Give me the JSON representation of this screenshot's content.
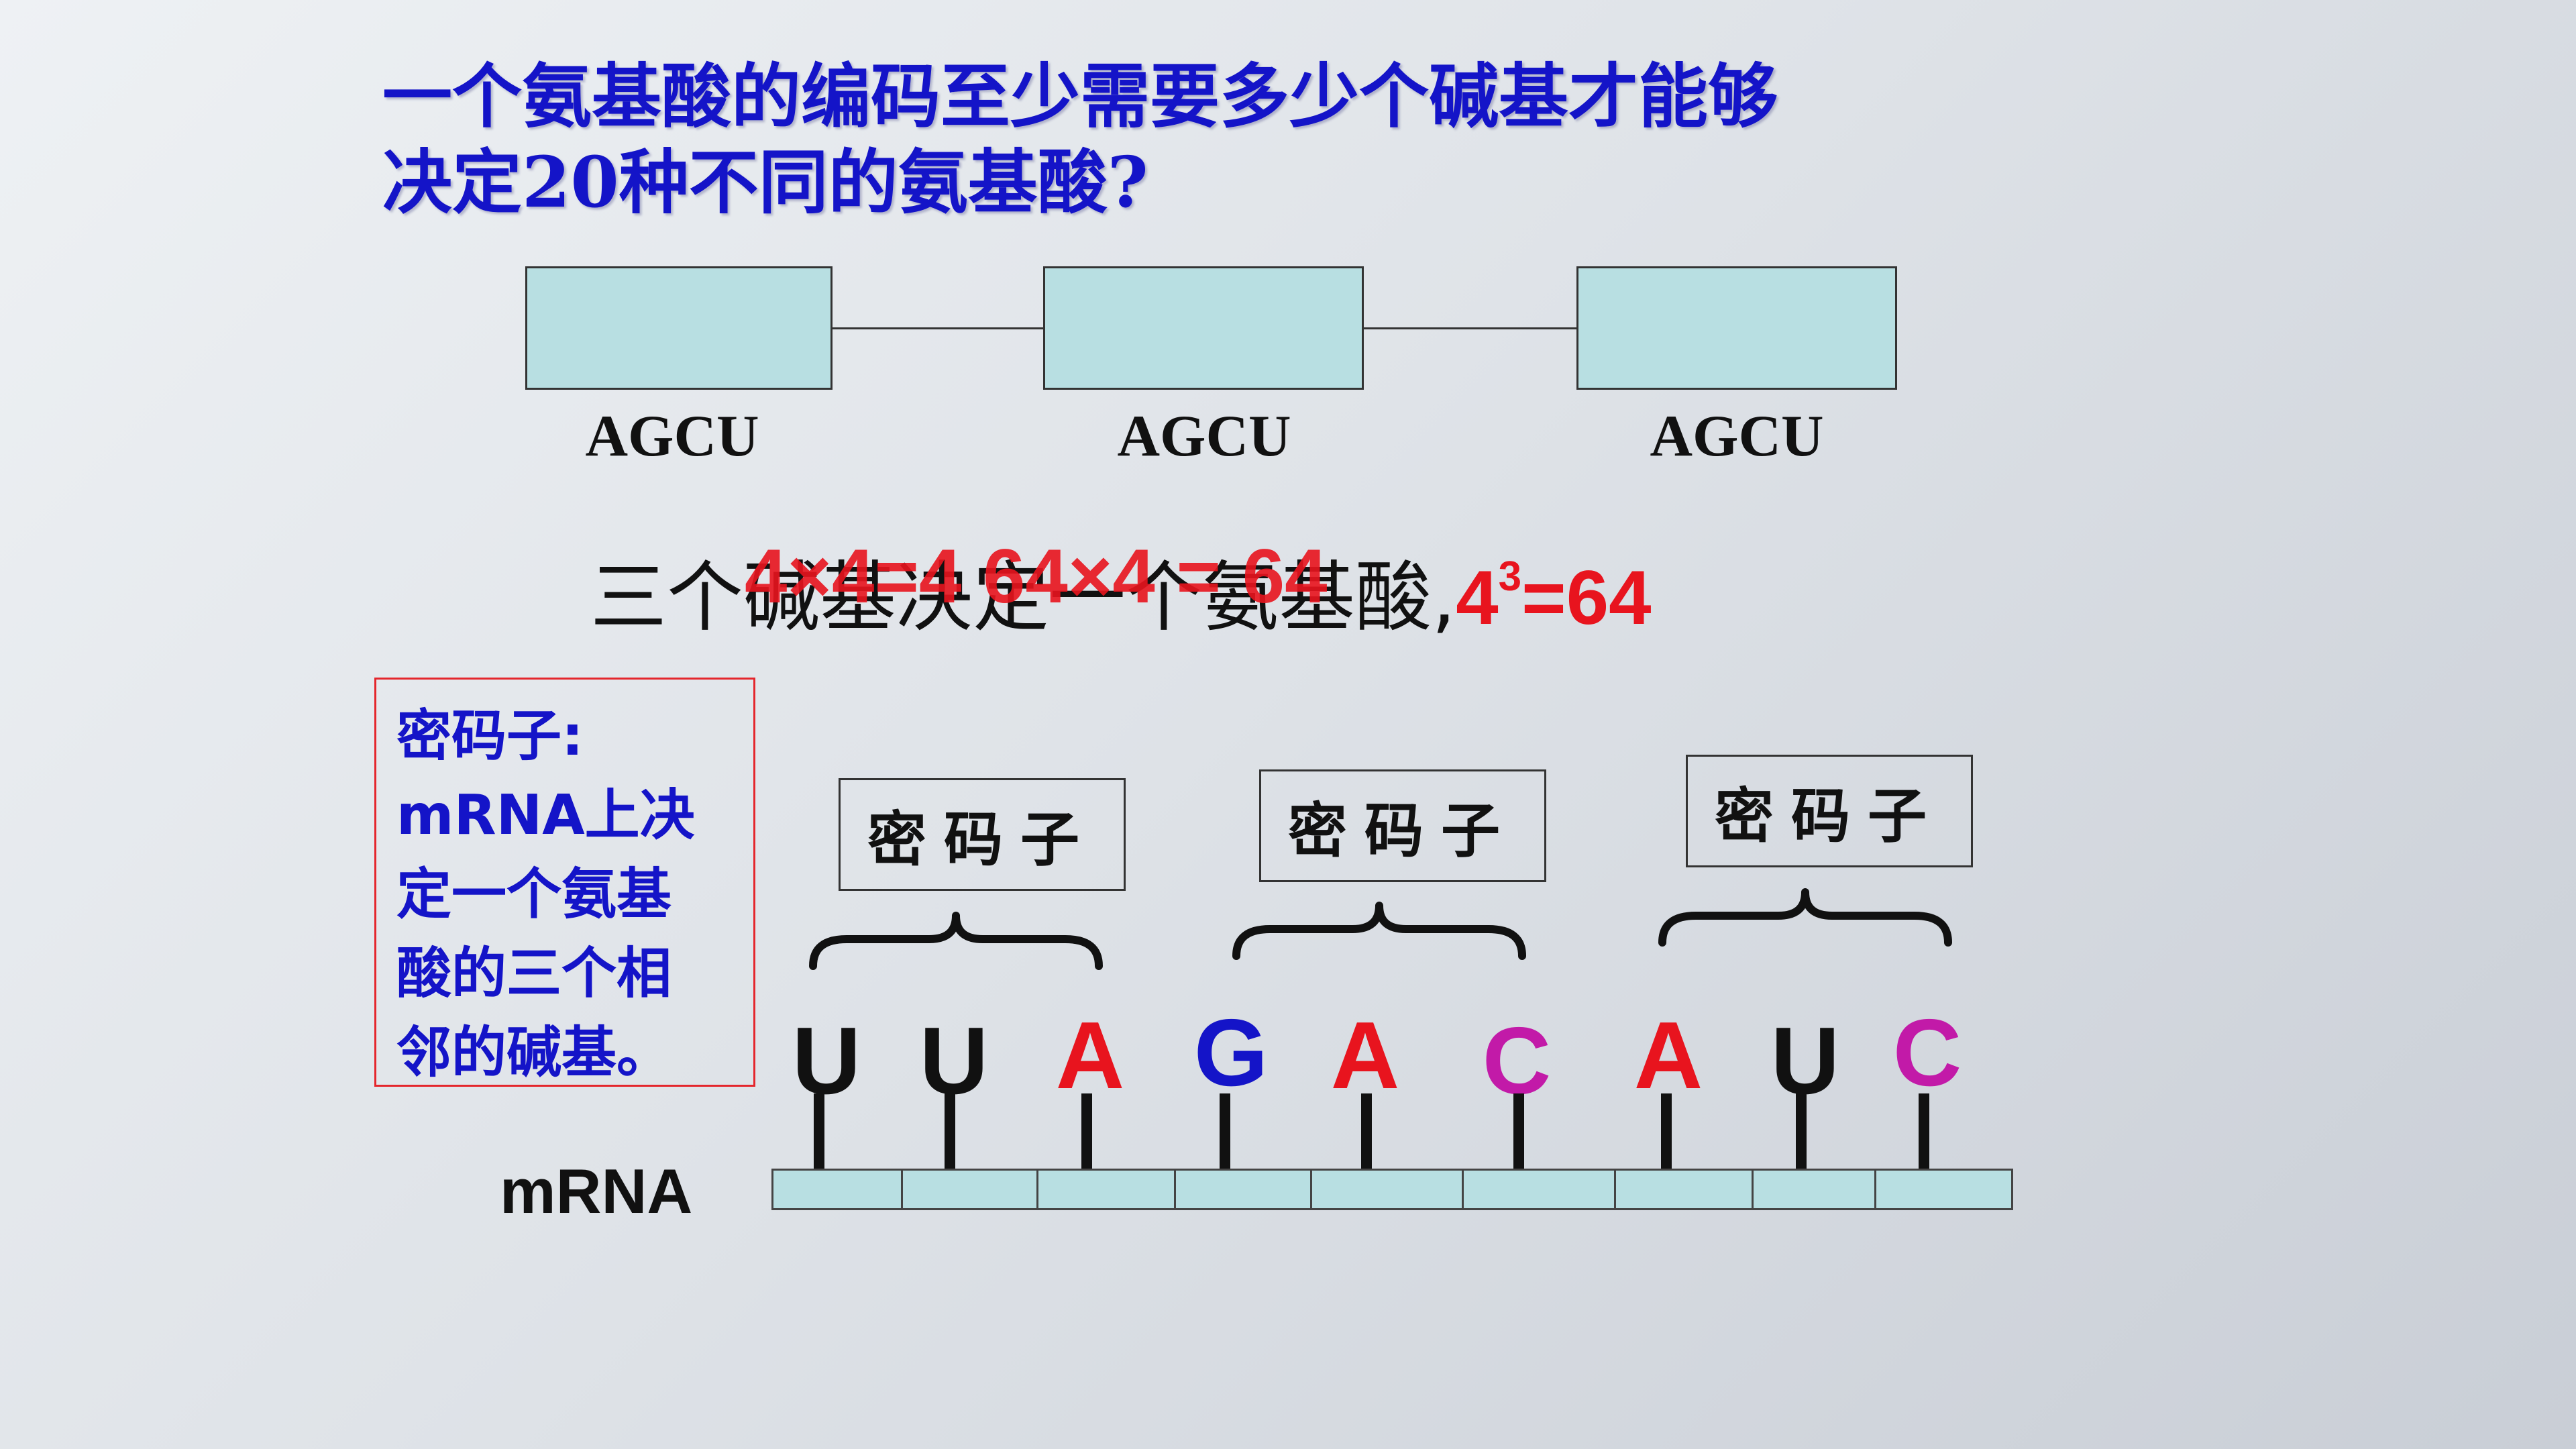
{
  "title": {
    "line1": "一个氨基酸的编码至少需要多少个碱基才能够",
    "line2": "决定20种不同的氨基酸?"
  },
  "diagram": {
    "labels": [
      "AGCU",
      "AGCU",
      "AGCU"
    ]
  },
  "formula": {
    "text": "三个碱基决定一个氨基酸,",
    "base": "4",
    "exponent": "3",
    "result": "=64",
    "ghost_text": "4×4=4 64×4 = 64"
  },
  "definition": {
    "lines": [
      "密码子:",
      "mRNA上决",
      "定一个氨基",
      "酸的三个相",
      "邻的碱基。"
    ]
  },
  "codons": {
    "label": "密码子"
  },
  "bases": [
    {
      "letter": "U",
      "color": "#111111"
    },
    {
      "letter": "U",
      "color": "#111111"
    },
    {
      "letter": "A",
      "color": "#e8141e"
    },
    {
      "letter": "G",
      "color": "#1414c8"
    },
    {
      "letter": "A",
      "color": "#e8141e"
    },
    {
      "letter": "C",
      "color": "#c21aa8"
    },
    {
      "letter": "A",
      "color": "#e8141e"
    },
    {
      "letter": "U",
      "color": "#111111"
    },
    {
      "letter": "C",
      "color": "#c21aa8"
    }
  ],
  "mrna_label": "mRNA"
}
